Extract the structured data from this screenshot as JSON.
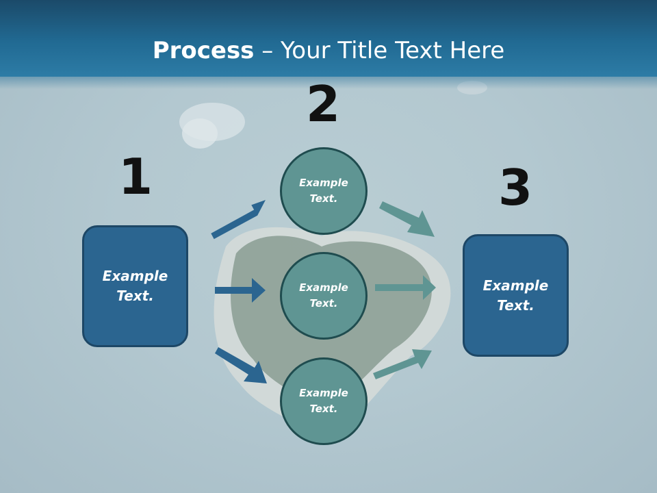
{
  "title": {
    "bold": "Process",
    "rest": " – Your Title Text Here"
  },
  "steps": {
    "n1": "1",
    "n2": "2",
    "n3": "3"
  },
  "left_box": {
    "label": "Example Text."
  },
  "right_box": {
    "label": "Example Text."
  },
  "circles": [
    {
      "label": "Example Text."
    },
    {
      "label": "Example Text."
    },
    {
      "label": "Example Text."
    }
  ],
  "colors": {
    "header": "#216a93",
    "box_fill": "#2b6590",
    "circle_fill": "#5f9593",
    "arrow_left": "#2b6590",
    "arrow_right": "#5f9593"
  }
}
